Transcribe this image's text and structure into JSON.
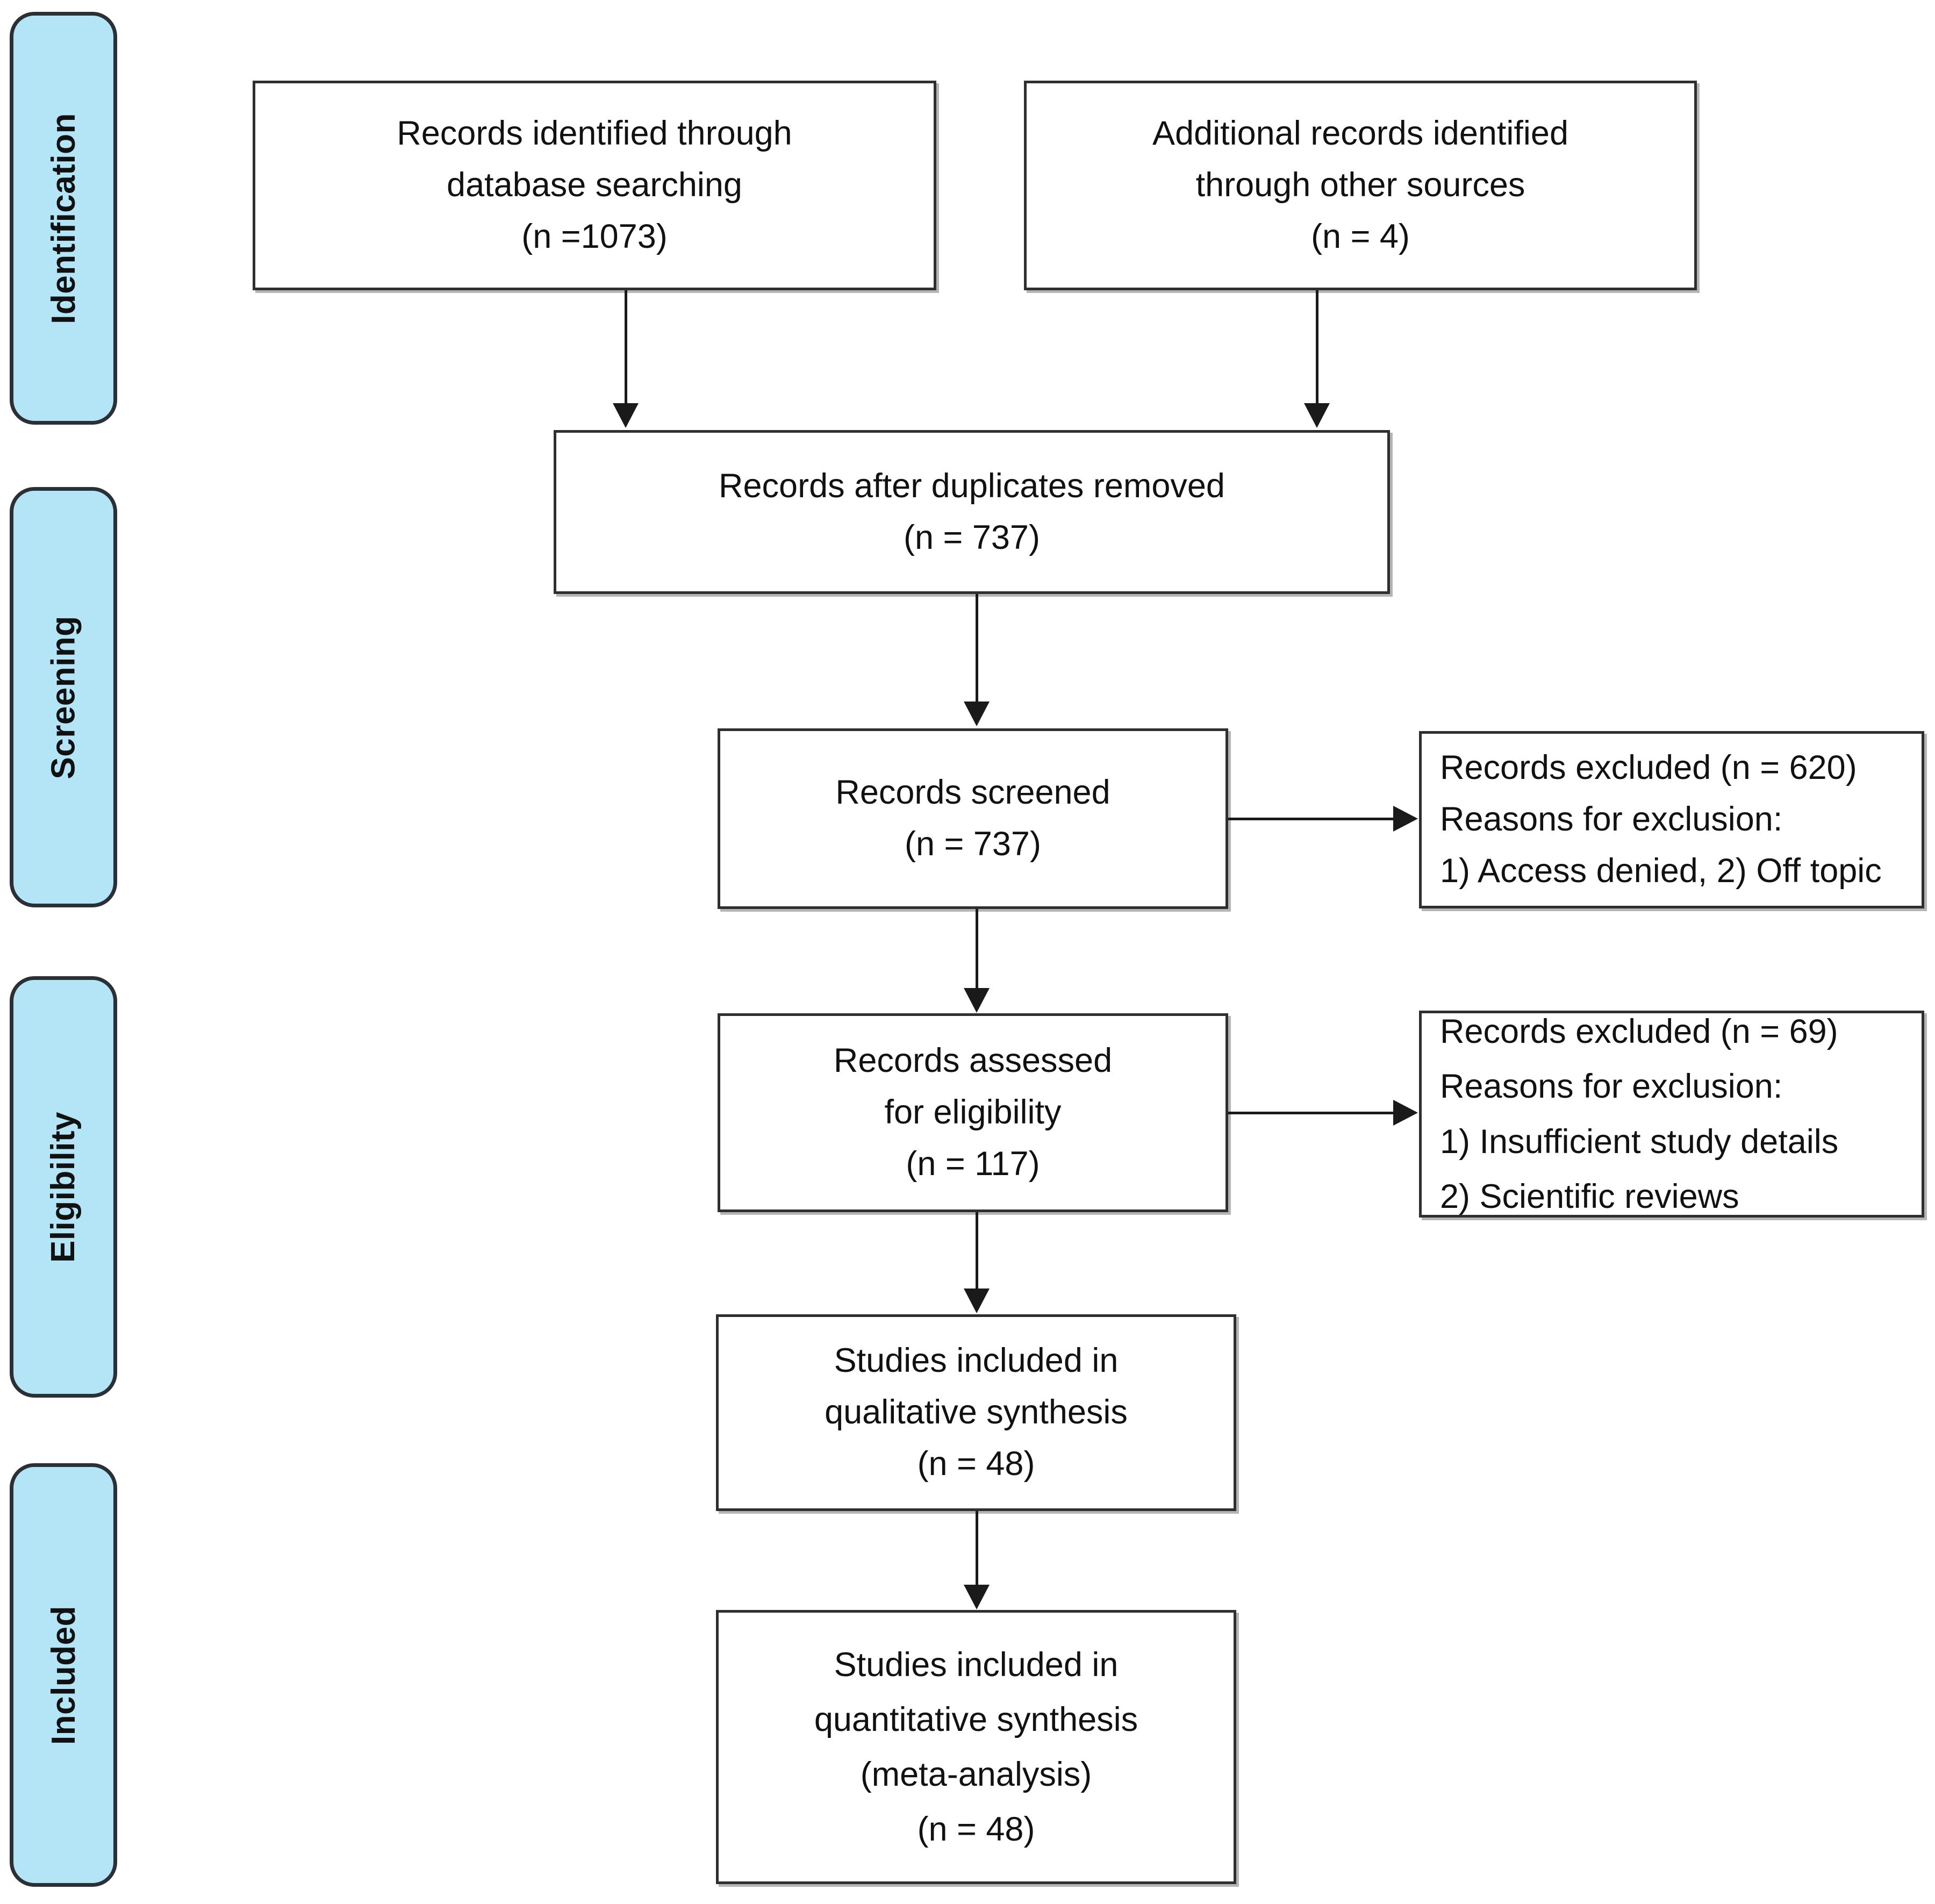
{
  "diagram": {
    "type": "prisma-flow-diagram",
    "title": "PRISMA flow diagram"
  },
  "stages": [
    {
      "id": "identification",
      "label": "Identification"
    },
    {
      "id": "screening",
      "label": "Screening"
    },
    {
      "id": "eligibility",
      "label": "Eligibility"
    },
    {
      "id": "included",
      "label": "Included"
    }
  ],
  "boxes": {
    "db_search": {
      "line1": "Records identified through",
      "line2": "database searching",
      "line3": "(n =1073)",
      "count": 1073
    },
    "other_sources": {
      "line1": "Additional records identified",
      "line2": "through other sources",
      "line3": "(n = 4)",
      "count": 4
    },
    "duplicates_removed": {
      "line1": "Records after duplicates removed",
      "line2": "(n = 737)",
      "count": 737
    },
    "records_screened": {
      "line1": "Records screened",
      "line2": "(n = 737)",
      "count": 737
    },
    "excluded_screening": {
      "line1": "Records excluded (n = 620)",
      "line2": "Reasons for exclusion:",
      "line3": "1) Access denied, 2) Off topic",
      "count": 620
    },
    "assessed_eligibility": {
      "line1": "Records assessed",
      "line2": "for eligibility",
      "line3": "(n = 117)",
      "count": 117
    },
    "excluded_eligibility": {
      "line1": "Records excluded (n = 69)",
      "line2": "Reasons for exclusion:",
      "line3": "1) Insufficient study details",
      "line4": "2) Scientific reviews",
      "count": 69
    },
    "qualitative_synthesis": {
      "line1": "Studies included in",
      "line2": "qualitative synthesis",
      "line3": "(n = 48)",
      "count": 48
    },
    "quantitative_synthesis": {
      "line1": "Studies included in",
      "line2": "quantitative synthesis",
      "line3": "(meta-analysis)",
      "line4": "(n = 48)",
      "count": 48
    }
  },
  "colors": {
    "stage_fill": "#b3e5f7",
    "stage_border": "#2b3036",
    "box_border": "#2f2f2f",
    "connector": "#1a1a1a",
    "background": "#ffffff"
  }
}
